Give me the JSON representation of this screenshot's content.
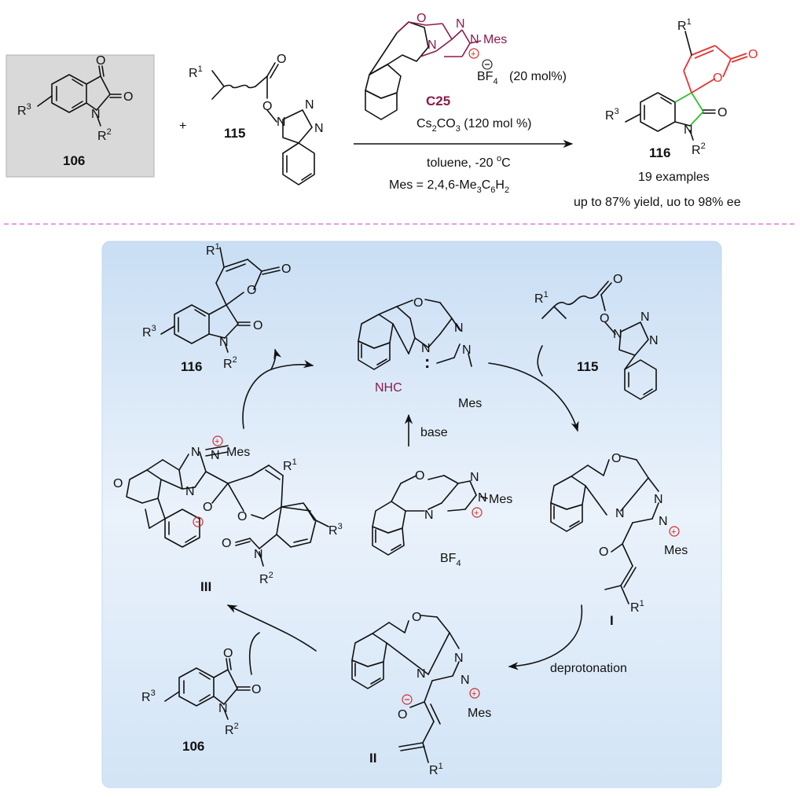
{
  "colors": {
    "catalyst_maroon": "#8b1a4a",
    "positive_charge": "#d22b2b",
    "product_red": "#e8312e",
    "product_green": "#2bc12b",
    "divider_pink": "#e87ad8",
    "panel_blue": "#d9e8f7"
  },
  "reaction": {
    "reactant_106": {
      "label": "106",
      "R3": "R",
      "R3_sup": "3",
      "R2": "R",
      "R2_sup": "2",
      "N": "N",
      "O1": "O",
      "O2": "O"
    },
    "plus": "+",
    "reactant_115": {
      "label": "115",
      "R1": "R",
      "R1_sup": "1",
      "O1": "O",
      "O2": "O",
      "N1": "N",
      "N2": "N",
      "N3": "N"
    },
    "catalyst": {
      "label": "C25",
      "O": "O",
      "N_left": "N",
      "N_top": "N",
      "N_right": "N",
      "mes": "Mes",
      "bf4": "BF",
      "bf4_sub": "4",
      "loading": "(20 mol%)",
      "plus_sign": "+",
      "minus_sign": "−"
    },
    "conditions": {
      "base_pre": "Cs",
      "base_sub1": "2",
      "base_mid": "CO",
      "base_sub2": "3",
      "base_post": " (120 mol %)",
      "solvent_pre": "toluene, -20 ",
      "solvent_deg": "o",
      "solvent_post": "C",
      "mes_def_pre": "Mes = 2,4,6-Me",
      "mes_def_sub1": "3",
      "mes_def_mid": "C",
      "mes_def_sub2": "6",
      "mes_def_mid2": "H",
      "mes_def_sub3": "2"
    },
    "product_116": {
      "label": "116",
      "R1": "R",
      "R1_sup": "1",
      "R3": "R",
      "R3_sup": "3",
      "R2": "R",
      "R2_sup": "2",
      "N": "N",
      "O_ring": "O",
      "O_carbonyl": "O",
      "O_lactam": "O",
      "examples": "19 examples",
      "yield": "up to 87% yield, uo to 98% ee"
    }
  },
  "cycle": {
    "nhc_label": "NHC",
    "base_label": "base",
    "deprotonation_label": "deprotonation",
    "intermediate_I": "I",
    "intermediate_II": "II",
    "intermediate_III": "III",
    "label_115": "115",
    "label_116": "116",
    "label_106": "106",
    "mes": "Mes",
    "bf4": "BF",
    "bf4_sub": "4",
    "R1": "R",
    "R1_sup": "1",
    "R2": "R",
    "R2_sup": "2",
    "R3": "R",
    "R3_sup": "3",
    "N": "N",
    "O": "O",
    "plus_sign": "+",
    "minus_sign": "−",
    "colon": ":"
  }
}
